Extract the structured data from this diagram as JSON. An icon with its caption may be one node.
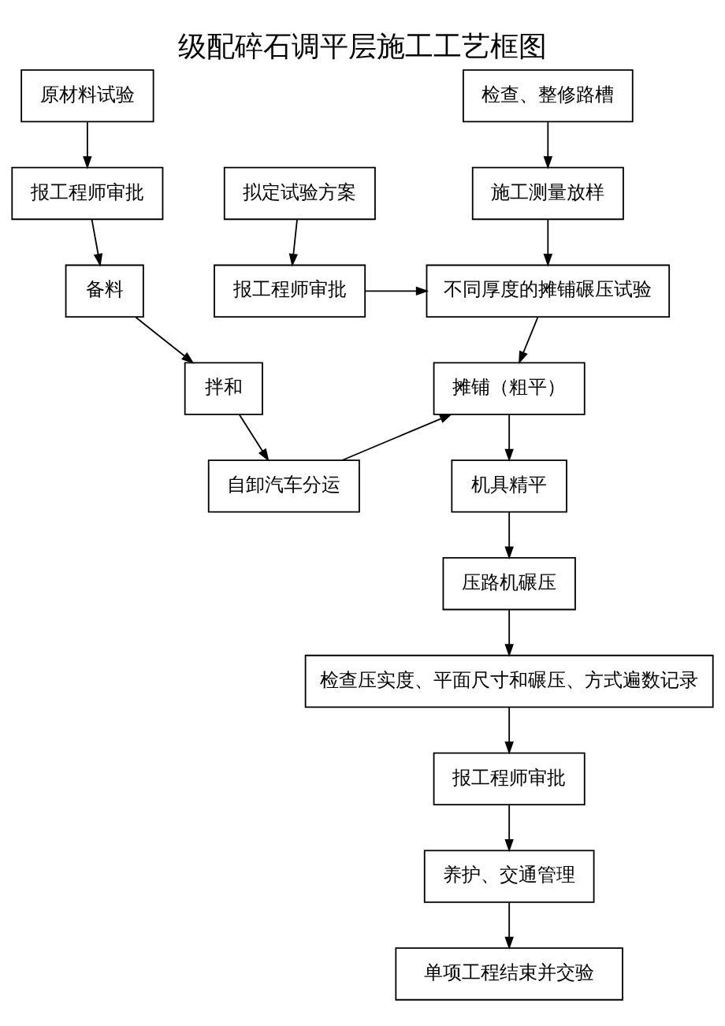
{
  "diagram": {
    "title": "级配碎石调平层施工工艺框图",
    "nodes": [
      {
        "text": [
          "检查、整修路槽"
        ]
      },
      {
        "text": [
          "施工测量放样"
        ]
      },
      {
        "text": [
          "拟定试验方案"
        ]
      },
      {
        "text": [
          "报工程师审批"
        ]
      },
      {
        "text": [
          "不同厚度的摊铺碾压试验"
        ]
      },
      {
        "text": [
          "原材料试验"
        ]
      },
      {
        "text": [
          "报工程师审批"
        ]
      },
      {
        "text": [
          "备料"
        ]
      },
      {
        "text": [
          "拌和"
        ]
      },
      {
        "text": [
          "摊铺（粗平）"
        ]
      },
      {
        "text": [
          "自卸汽车分运"
        ]
      },
      {
        "text": [
          "机具精平"
        ]
      },
      {
        "text": [
          "压路机碾压"
        ]
      },
      {
        "text": [
          "检查压实度、平面尺寸和碾压、方式遍数记录"
        ]
      },
      {
        "text": [
          "报工程师审批"
        ]
      },
      {
        "text": [
          "养护、交通管理"
        ]
      },
      {
        "text": [
          "单项工程结束并交验"
        ]
      }
    ],
    "edges": [
      {
        "from": 0,
        "to": 1,
        "arrow": "to"
      },
      {
        "from": 1,
        "to": 4,
        "arrow": "to"
      },
      {
        "from": 2,
        "to": 3,
        "arrow": "to"
      },
      {
        "from": 3,
        "to": 4,
        "arrow": "to"
      },
      {
        "from": 4,
        "to": 9,
        "arrow": "to"
      },
      {
        "from": 5,
        "to": 6,
        "arrow": "to"
      },
      {
        "from": 6,
        "to": 7,
        "arrow": "to"
      },
      {
        "from": 7,
        "to": 8,
        "arrow": "to"
      },
      {
        "from": 8,
        "to": 10,
        "arrow": "to"
      },
      {
        "from": 10,
        "to": 9,
        "arrow": "to"
      },
      {
        "from": 9,
        "to": 11,
        "arrow": "to"
      },
      {
        "from": 11,
        "to": 12,
        "arrow": "to"
      },
      {
        "from": 12,
        "to": 13,
        "arrow": "to"
      },
      {
        "from": 13,
        "to": 14,
        "arrow": "to"
      },
      {
        "from": 14,
        "to": 15,
        "arrow": "to"
      },
      {
        "from": 15,
        "to": 16,
        "arrow": "to"
      }
    ]
  }
}
